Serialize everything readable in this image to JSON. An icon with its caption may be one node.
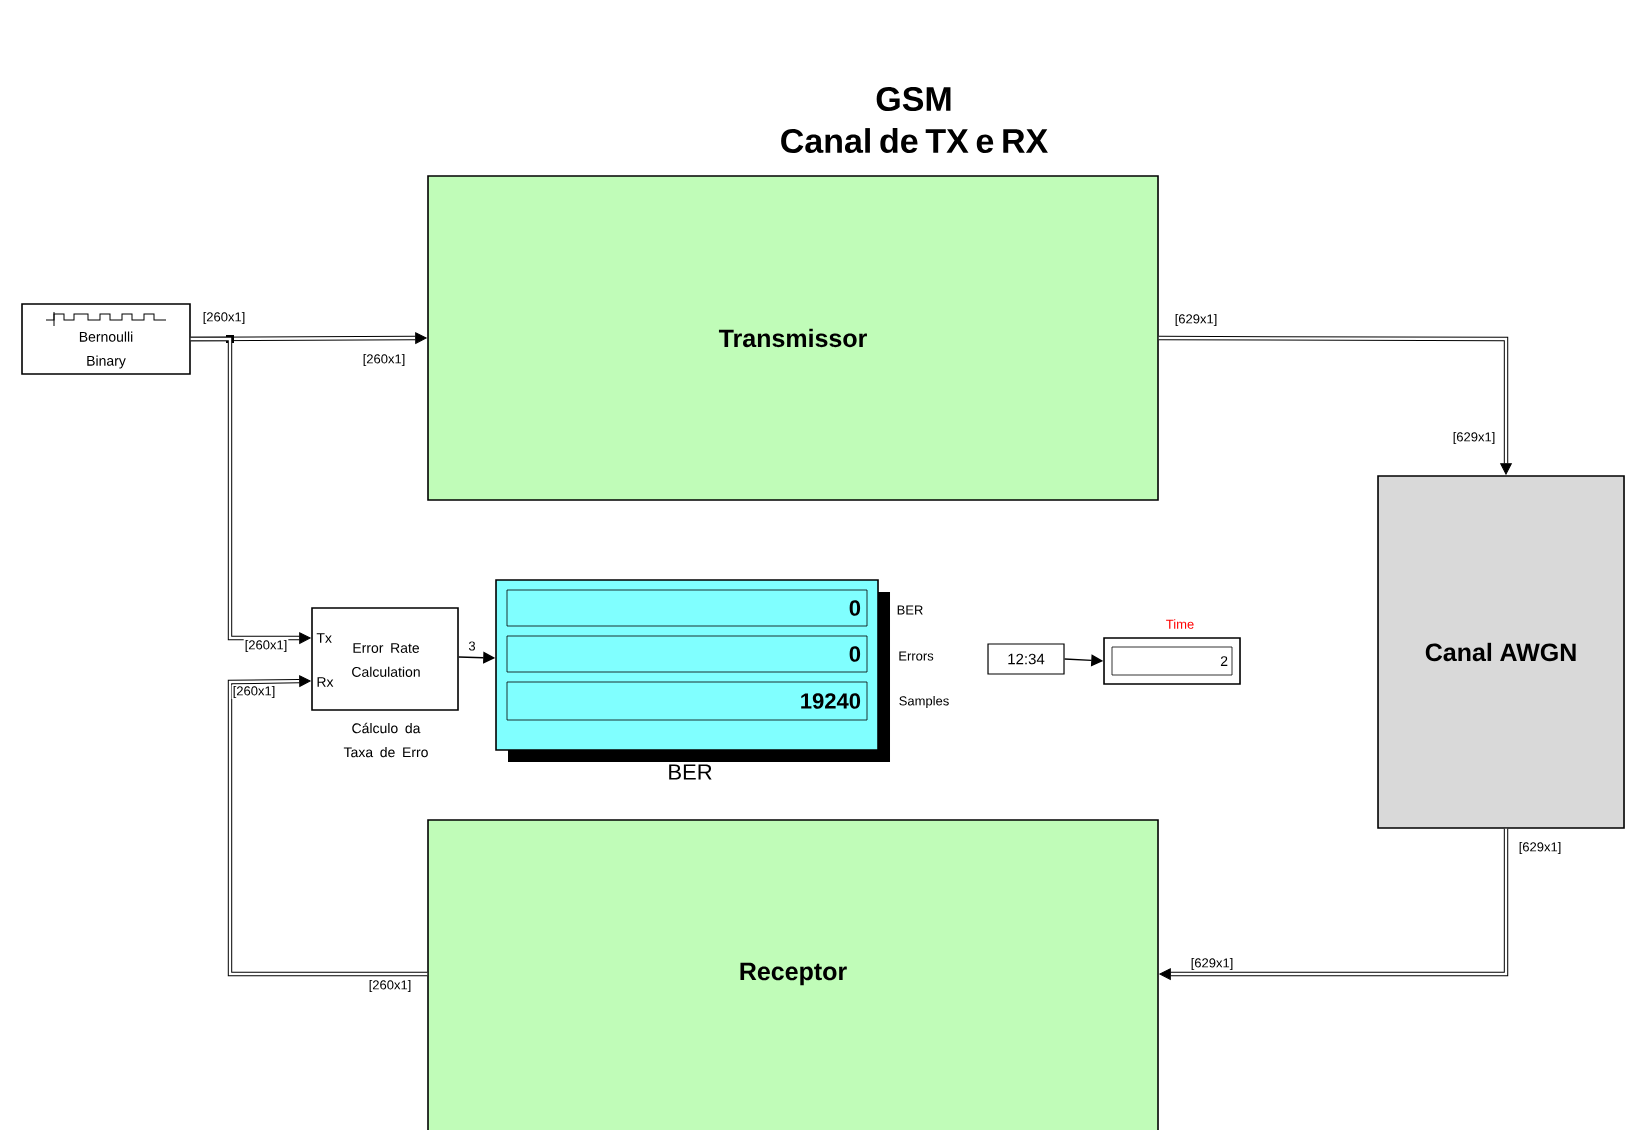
{
  "diagram": {
    "title": "GSM Canal de TX e RX",
    "nodes": [
      {
        "text": [
          "Bernoulli Binary"
        ]
      },
      {
        "text": [
          "Transmissor"
        ]
      },
      {
        "text": [
          "Canal AWGN"
        ]
      },
      {
        "text": [
          "Receptor"
        ]
      },
      {
        "text": [
          "Tx",
          "Rx",
          "Error Rate Calculation"
        ],
        "beside": [
          "Cálculo da Taxa de Erro"
        ]
      },
      {
        "text": [
          "0",
          "0",
          "19240"
        ],
        "beside": [
          "BER",
          "Errors",
          "Samples",
          "BER"
        ]
      },
      {
        "text": [
          "12:34"
        ]
      },
      {
        "text": [
          "2"
        ],
        "beside": [
          "Time"
        ]
      }
    ],
    "edges": [
      {
        "from": 0,
        "to": 1,
        "arrow": "to",
        "label": "[260x1]"
      },
      {
        "from": 0,
        "to": 4,
        "arrow": "to",
        "label": "[260x1]"
      },
      {
        "from": 1,
        "to": 2,
        "arrow": "to",
        "label": "[629x1]"
      },
      {
        "from": 2,
        "to": 3,
        "arrow": "to",
        "label": "[629x1]"
      },
      {
        "from": 3,
        "to": 4,
        "arrow": "to",
        "label": "[260x1]"
      },
      {
        "from": 4,
        "to": 5,
        "arrow": "to",
        "label": "3"
      },
      {
        "from": 6,
        "to": 7,
        "arrow": "to"
      }
    ],
    "labels": [
      "[260x1]",
      "[629x1]",
      "[629x1]",
      "[260x1]"
    ]
  }
}
